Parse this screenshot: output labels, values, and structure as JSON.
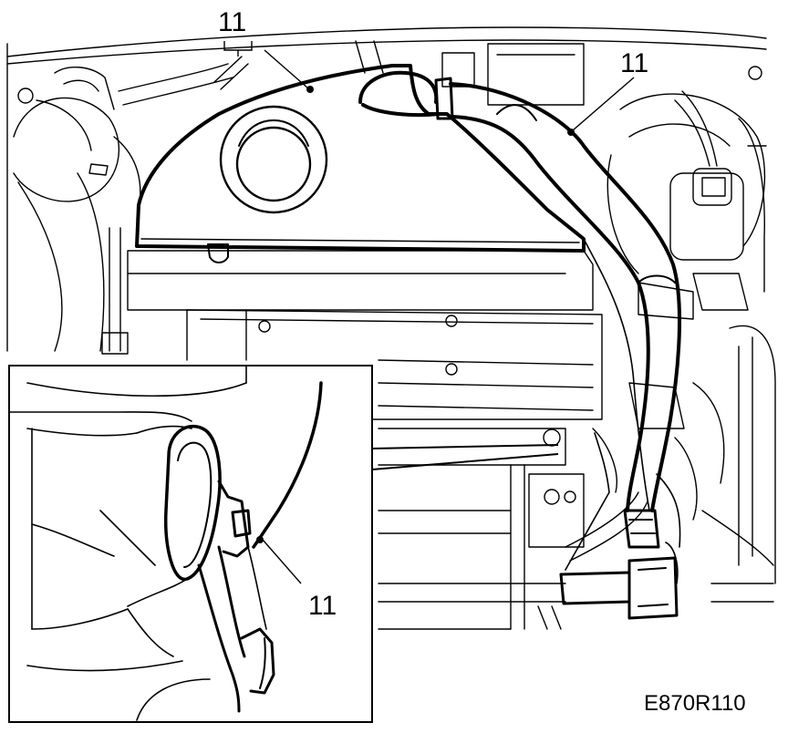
{
  "diagram": {
    "callouts": [
      {
        "id": "top",
        "label": "11"
      },
      {
        "id": "right",
        "label": "11"
      },
      {
        "id": "inset",
        "label": "11"
      }
    ],
    "figure_code": "E870R110",
    "colors": {
      "ink": "#000000",
      "paper": "#ffffff"
    }
  }
}
